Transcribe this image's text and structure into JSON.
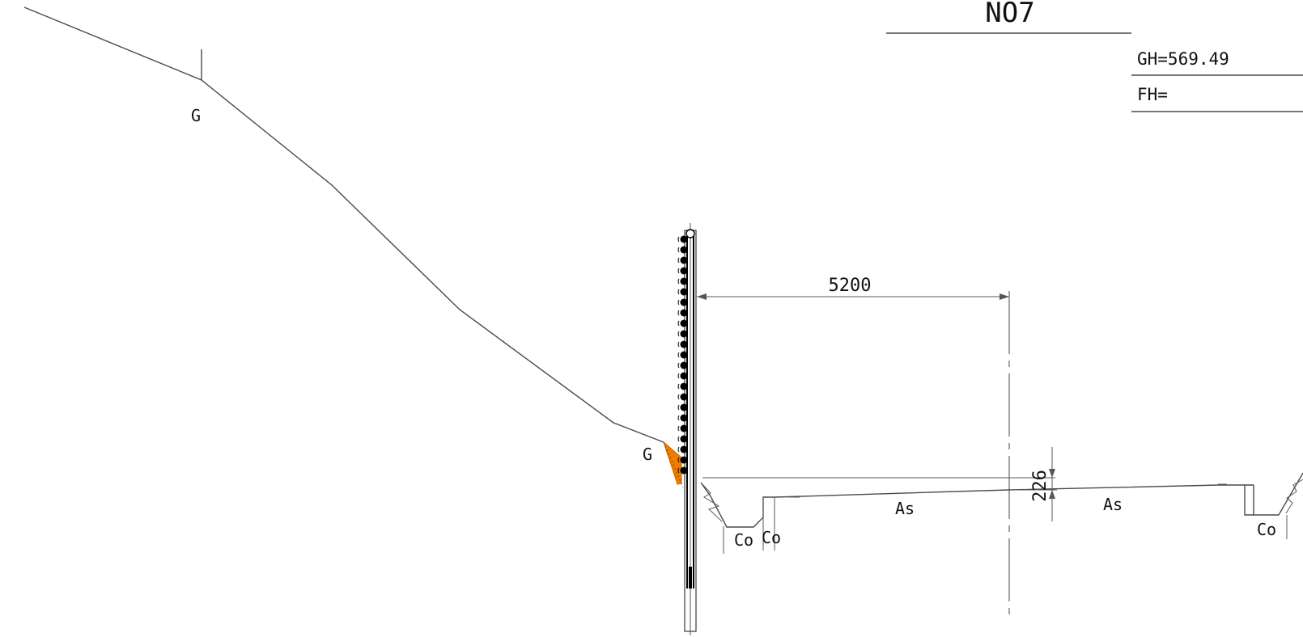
{
  "title": {
    "section_no": "NO7"
  },
  "elevations": {
    "gh": "GH=569.49",
    "fh": "FH="
  },
  "labels": {
    "ground_upper": "G",
    "ground_lower": "G",
    "asphalt_left": "As",
    "asphalt_right": "As",
    "concrete_left_1": "Co",
    "concrete_left_2": "Co",
    "concrete_right": "Co"
  },
  "dimensions": {
    "horizontal": "5200",
    "vertical": "226"
  },
  "colors": {
    "line": "#4a4a4a",
    "hatch": "#ef7d00",
    "text": "#111111"
  }
}
